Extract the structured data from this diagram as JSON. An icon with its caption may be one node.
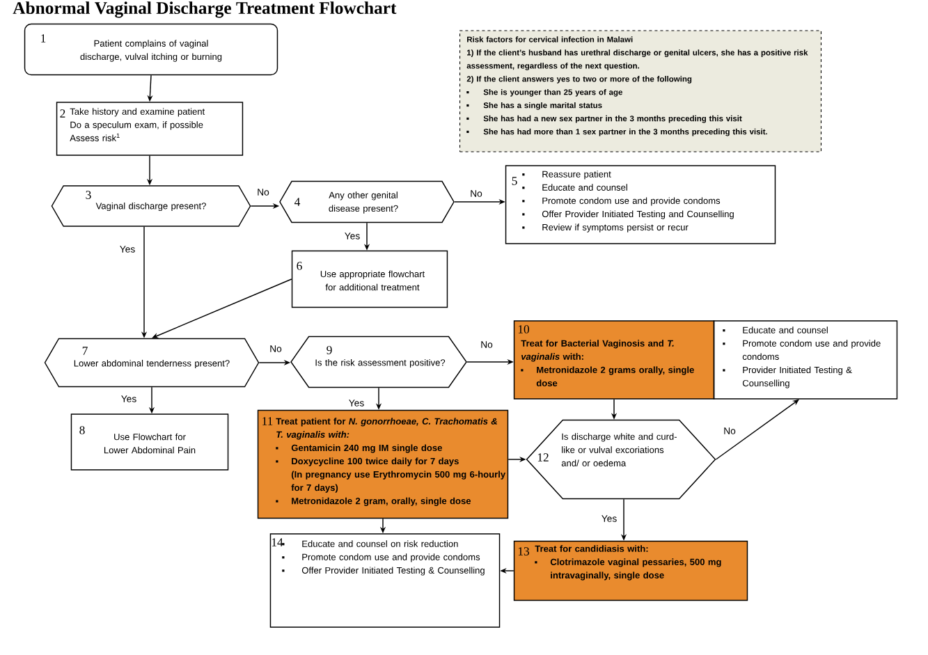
{
  "diagram": {
    "title": "Abnormal Vaginal Discharge Treatment Flowchart",
    "nodes": [
      {
        "text": [
          "1",
          "Patient complains of vaginal discharge, vulval itching or burning"
        ]
      },
      {
        "text": [
          "2",
          "Take history and examine patient",
          "Do a speculum exam, if possible",
          "Assess risk$^{1}$"
        ]
      },
      {
        "text": [
          "3",
          "Vaginal discharge present?"
        ]
      },
      {
        "text": [
          "4",
          "Any other genital disease present?"
        ]
      },
      {
        "text": [
          "5",
          "Reassure patient",
          "Educate and counsel",
          "Promote condom use and provide condoms",
          "Offer Provider Initiated Testing and Counselling",
          "Review if symptoms persist or recur"
        ]
      },
      {
        "text": [
          "Risk factors for cervical infection in Malawi",
          "1) If the client’s husband has urethral discharge or genital ulcers, she has a positive risk assessment, regardless of the next question.",
          "2) If the client answers yes to two or more of the following",
          "She is younger than 25 years of age",
          "She has a single marital status",
          "She has had a new sex partner in the 3 months preceding this visit",
          "She has had more than 1 sex partner in the 3 months preceding this visit."
        ]
      },
      {
        "text": [
          "6",
          "Use appropriate flowchart for additional treatment"
        ]
      },
      {
        "text": [
          "7",
          "Lower abdominal tenderness present?"
        ]
      },
      {
        "text": [
          "8",
          "Use Flowchart for Lower Abdominal Pain"
        ]
      },
      {
        "text": [
          "9",
          "Is the risk assessment positive?"
        ]
      },
      {
        "text": [
          "10",
          "Treat for Bacterial Vaginosis and *T. vaginalis* with:",
          "Metronidazole 2 grams orally, single dose"
        ]
      },
      {
        "text": [
          "Educate and counsel",
          "Promote condom use and provide condoms",
          "Provider Initiated Testing & Counselling"
        ]
      },
      {
        "text": [
          "11",
          "Treat patient for *N. gonorrhoeae, C. Trachomatis & T. vaginalis with:*",
          "Gentamicin 240 mg IM single dose",
          "Doxycycline 100 twice daily for 7 days",
          "(In pregnancy use Erythromycin 500 mg 6-hourly for 7 days)",
          "Metronidazole 2 gram, orally, single dose"
        ]
      },
      {
        "text": [
          "12",
          "Is discharge white and curd-like or vulval excoriations and/ or oedema"
        ]
      },
      {
        "text": [
          "13",
          "Treat for candidiasis with:",
          "Clotrimazole vaginal pessaries, 500 mg intravaginally, single dose"
        ]
      },
      {
        "text": [
          "14",
          "Educate and counsel on risk reduction",
          "Promote condom use and provide condoms",
          "Offer Provider Initiated Testing & Counselling"
        ]
      }
    ],
    "edges": [
      {
        "from": 0,
        "to": 1,
        "arrow": "to"
      },
      {
        "from": 1,
        "to": 2,
        "arrow": "to"
      },
      {
        "from": 2,
        "to": 3,
        "arrow": "to",
        "label": "No"
      },
      {
        "from": 3,
        "to": 4,
        "arrow": "to",
        "label": "No"
      },
      {
        "from": 3,
        "to": 6,
        "arrow": "to",
        "label": "Yes"
      },
      {
        "from": 2,
        "to": 7,
        "arrow": "to",
        "label": "Yes"
      },
      {
        "from": 6,
        "to": 7,
        "arrow": "to"
      },
      {
        "from": 7,
        "to": 9,
        "arrow": "to",
        "label": "No"
      },
      {
        "from": 7,
        "to": 8,
        "arrow": "to",
        "label": "Yes"
      },
      {
        "from": 9,
        "to": 10,
        "arrow": "to",
        "label": "No"
      },
      {
        "from": 9,
        "to": 12,
        "arrow": "to",
        "label": "Yes"
      },
      {
        "from": 10,
        "to": 13,
        "arrow": "to"
      },
      {
        "from": 12,
        "to": 13,
        "arrow": "to"
      },
      {
        "from": 13,
        "to": 11,
        "arrow": "to",
        "label": "No"
      },
      {
        "from": 13,
        "to": 14,
        "arrow": "to",
        "label": "Yes"
      },
      {
        "from": 14,
        "to": 15,
        "arrow": "to"
      },
      {
        "from": 12,
        "to": 15,
        "arrow": "to"
      }
    ]
  }
}
